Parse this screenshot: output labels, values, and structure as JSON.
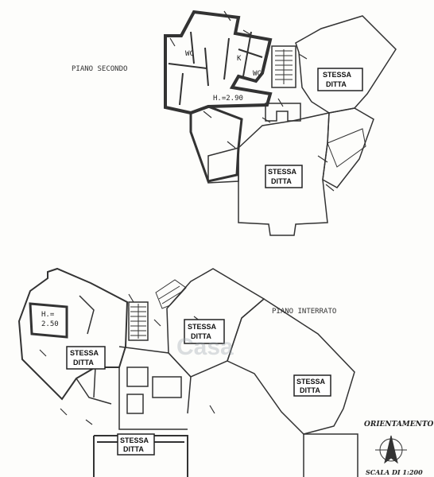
{
  "labels": {
    "piano_secondo": "PIANO SECONDO",
    "piano_interrato": "PIANO INTERRATO",
    "orientamento": "ORIENTAMENTO",
    "scala": "SCALA DI 1:200",
    "watermark": "Casa"
  },
  "rooms_top": {
    "wc1": "WC",
    "k": "K",
    "wc2": "WC",
    "height": "H.=2.90"
  },
  "rooms_bottom": {
    "height_line1": "H.=",
    "height_line2": "2.50"
  },
  "stamps": {
    "line1": "STESSA",
    "line2": "DITTA"
  },
  "colors": {
    "ink": "#2a2a2a",
    "wall": "#3a3a3a",
    "paper": "#fdfdfb"
  }
}
